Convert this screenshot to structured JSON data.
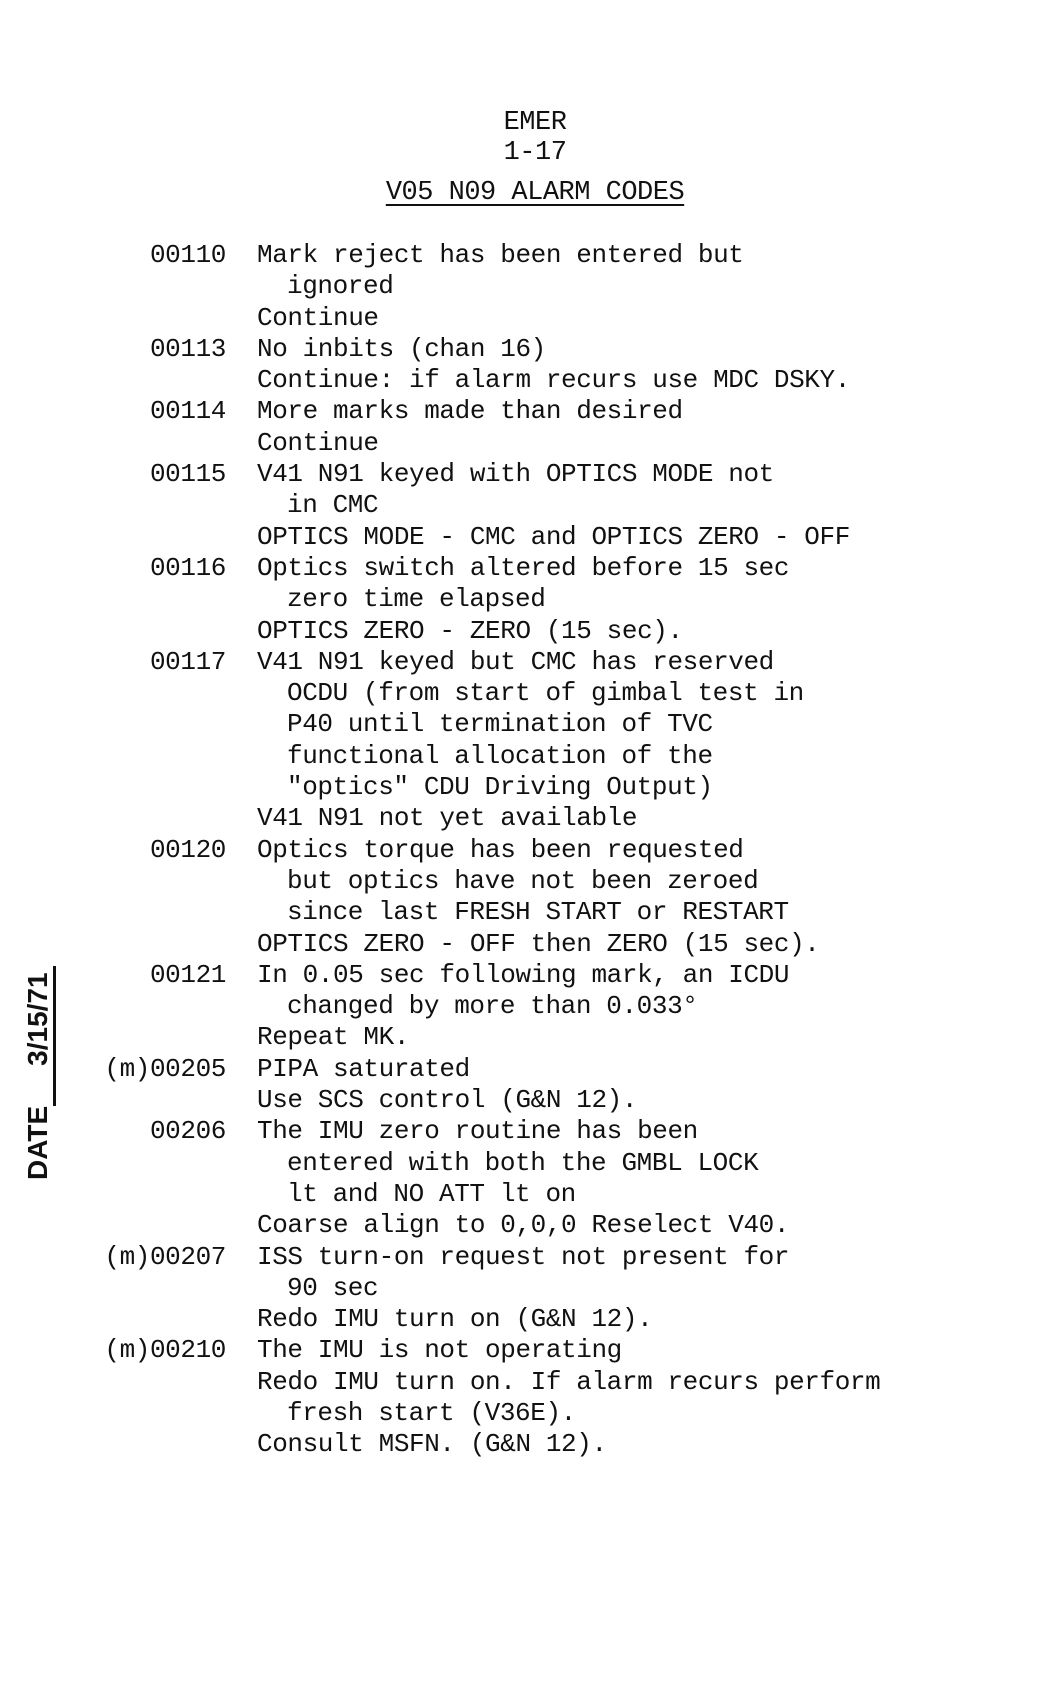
{
  "header": {
    "section": "EMER",
    "page": "1-17",
    "title": "V05 N09 ALARM CODES"
  },
  "date_stamp": {
    "label": "DATE",
    "value": "3/15/71"
  },
  "entries": [
    {
      "code": "00110",
      "lines": [
        {
          "text": "Mark reject has been entered but",
          "indent": false
        },
        {
          "text": "ignored",
          "indent": true
        },
        {
          "text": "Continue",
          "indent": false
        }
      ]
    },
    {
      "code": "00113",
      "lines": [
        {
          "text": "No inbits (chan 16)",
          "indent": false
        },
        {
          "text": "Continue: if alarm recurs use MDC DSKY.",
          "indent": false
        }
      ]
    },
    {
      "code": "00114",
      "lines": [
        {
          "text": "More marks made than desired",
          "indent": false
        },
        {
          "text": "Continue",
          "indent": false
        }
      ]
    },
    {
      "code": "00115",
      "lines": [
        {
          "text": "V41 N91 keyed with OPTICS MODE not",
          "indent": false
        },
        {
          "text": "in CMC",
          "indent": true
        },
        {
          "text": "OPTICS MODE - CMC and OPTICS ZERO - OFF",
          "indent": false
        }
      ]
    },
    {
      "code": "00116",
      "lines": [
        {
          "text": "Optics switch altered before 15 sec",
          "indent": false
        },
        {
          "text": "zero time elapsed",
          "indent": true
        },
        {
          "text": "OPTICS ZERO - ZERO (15 sec).",
          "indent": false
        }
      ]
    },
    {
      "code": "00117",
      "lines": [
        {
          "text": "V41 N91 keyed but CMC has reserved",
          "indent": false
        },
        {
          "text": "OCDU (from start of gimbal test in",
          "indent": true
        },
        {
          "text": "P40 until termination of TVC",
          "indent": true
        },
        {
          "text": "functional allocation of the",
          "indent": true
        },
        {
          "text": "\"optics\" CDU Driving Output)",
          "indent": true
        },
        {
          "text": "V41 N91 not yet available",
          "indent": false
        }
      ]
    },
    {
      "code": "00120",
      "lines": [
        {
          "text": "Optics torque has been requested",
          "indent": false
        },
        {
          "text": "but optics have not been zeroed",
          "indent": true
        },
        {
          "text": "since last FRESH START or RESTART",
          "indent": true
        },
        {
          "text": "OPTICS ZERO - OFF then ZERO (15 sec).",
          "indent": false
        }
      ]
    },
    {
      "code": "00121",
      "lines": [
        {
          "text": "In 0.05 sec following mark, an ICDU",
          "indent": false
        },
        {
          "text": "changed by more than 0.033°",
          "indent": true
        },
        {
          "text": "Repeat MK.",
          "indent": false
        }
      ]
    },
    {
      "code": "(m)00205",
      "lines": [
        {
          "text": "PIPA saturated",
          "indent": false
        },
        {
          "text": "Use SCS control (G&N 12).",
          "indent": false
        }
      ]
    },
    {
      "code": "00206",
      "lines": [
        {
          "text": "The IMU zero routine has been",
          "indent": false
        },
        {
          "text": "entered with both the GMBL LOCK",
          "indent": true
        },
        {
          "text": "lt and NO ATT lt on",
          "indent": true
        },
        {
          "text": "Coarse align to 0,0,0 Reselect V40.",
          "indent": false
        }
      ]
    },
    {
      "code": "(m)00207",
      "lines": [
        {
          "text": "ISS turn-on request not present for",
          "indent": false
        },
        {
          "text": "90 sec",
          "indent": true
        },
        {
          "text": "Redo IMU turn on (G&N 12).",
          "indent": false
        }
      ]
    },
    {
      "code": "(m)00210",
      "lines": [
        {
          "text": "The IMU is not operating",
          "indent": false
        },
        {
          "text": "Redo IMU turn on. If alarm recurs perform",
          "indent": false
        },
        {
          "text": "fresh start (V36E).",
          "indent": true
        },
        {
          "text": "Consult MSFN. (G&N 12).",
          "indent": false
        }
      ]
    }
  ]
}
